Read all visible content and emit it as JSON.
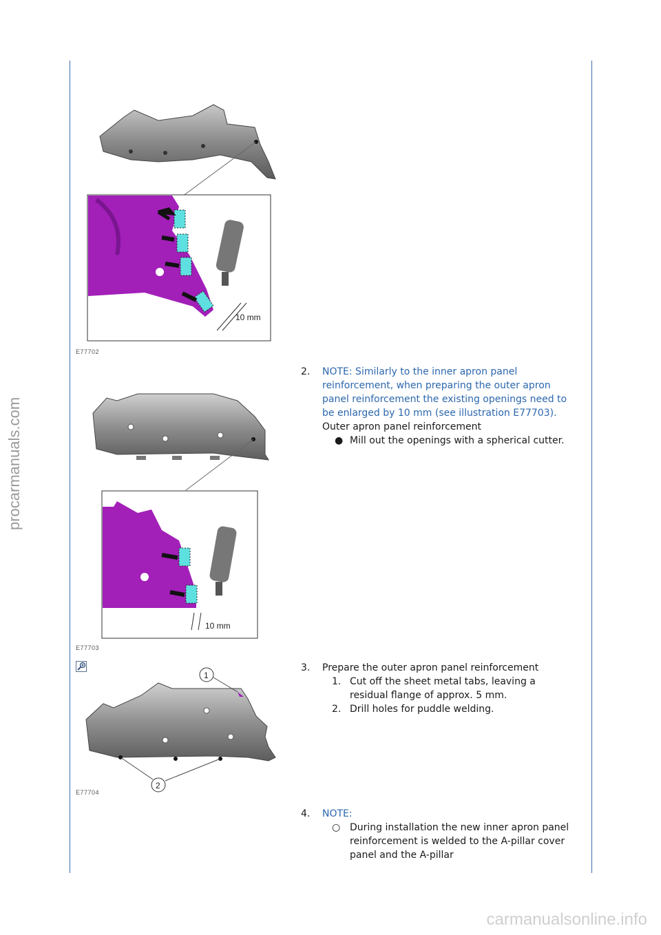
{
  "watermark": "procarmanuals.com",
  "footer_watermark": "carmanualsonline.info",
  "figures": [
    {
      "code": "E77702",
      "callout": "10 mm"
    },
    {
      "code": "E77703",
      "callout": "10 mm"
    },
    {
      "code": "E77704",
      "labels": [
        "1",
        "2"
      ]
    }
  ],
  "steps": [
    {
      "number": "2.",
      "note": "NOTE: Similarly to the inner apron panel reinforcement, when preparing the outer apron panel reinforcement the existing openings need to be enlarged by 10 mm (see illustration E77703).",
      "title": "Outer apron panel reinforcement",
      "bullets": [
        "Mill out the openings with a spherical cutter."
      ]
    },
    {
      "number": "3.",
      "title": "Prepare the outer apron panel reinforcement",
      "substeps": [
        {
          "n": "1.",
          "text": "Cut off the sheet metal tabs, leaving a residual flange of approx. 5 mm."
        },
        {
          "n": "2.",
          "text": "Drill holes for puddle welding."
        }
      ]
    },
    {
      "number": "4.",
      "note": "NOTE:",
      "bullets": [
        "During installation the new inner apron panel reinforcement is welded to the A-pillar cover panel and the A-pillar"
      ]
    }
  ],
  "icons": [
    "zoom-in-icon"
  ],
  "colors": {
    "note_blue": "#2c67ad",
    "highlight_magenta": "#a21fb8",
    "highlight_cyan": "#5fe0e0"
  }
}
